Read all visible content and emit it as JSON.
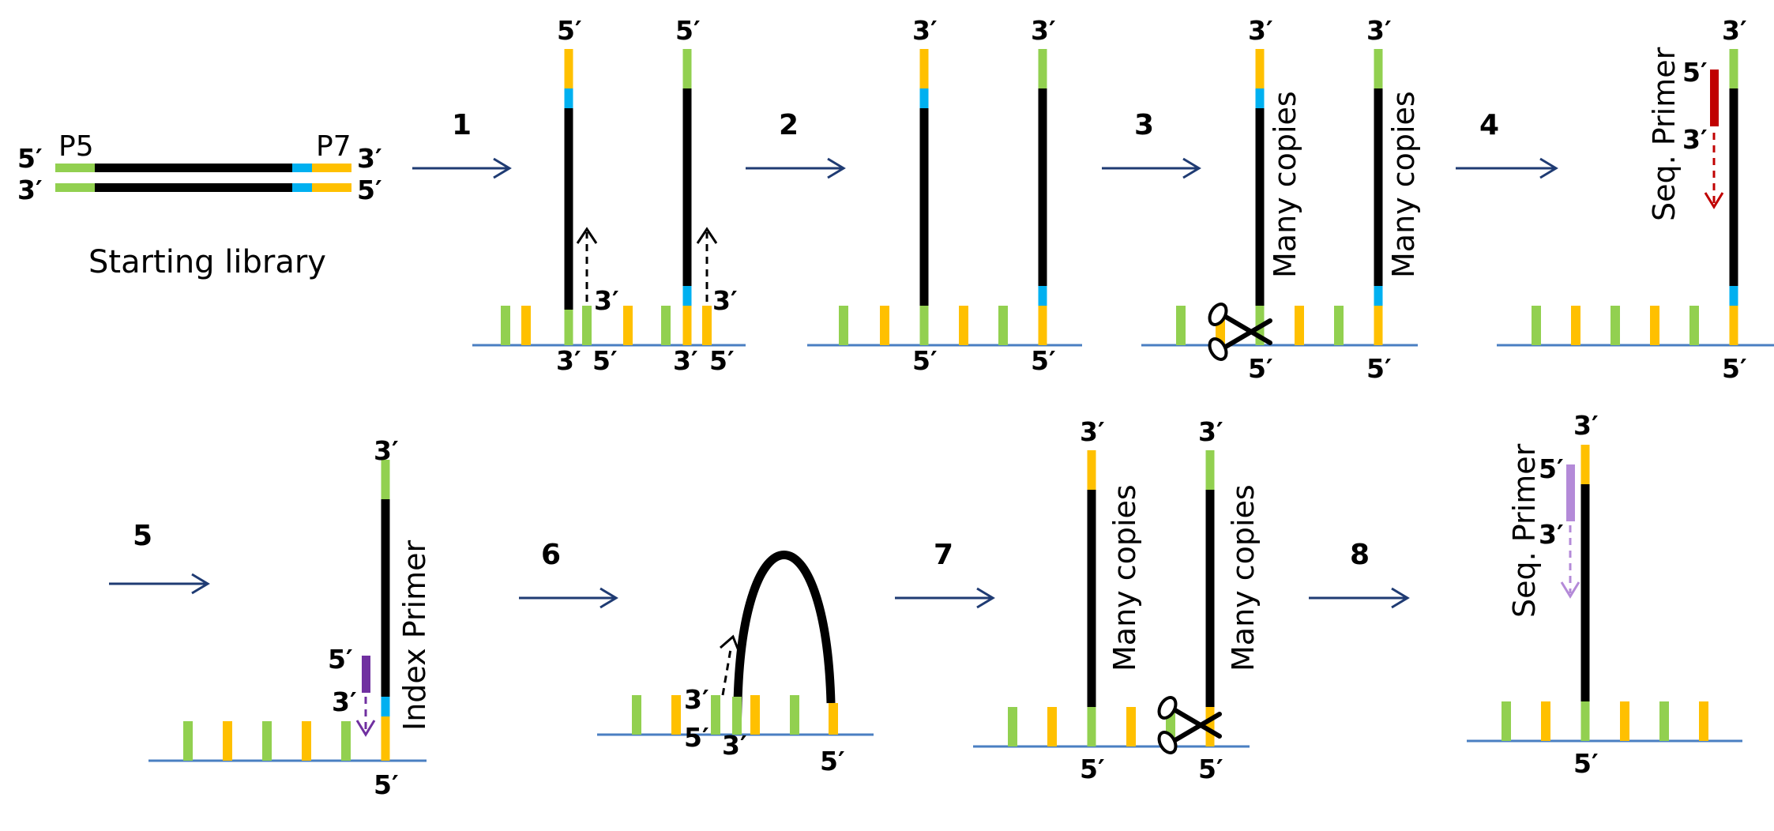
{
  "colors": {
    "green": "#92d050",
    "yellow": "#ffc000",
    "cyan": "#00b0f0",
    "black": "#000000",
    "surface": "#4a7fc2",
    "arrow": "#1f3b73",
    "red": "#c00000",
    "purple": "#7030a0",
    "lilac": "#b48ad8"
  },
  "labels": {
    "five_prime": "5′",
    "three_prime": "3′",
    "p5": "P5",
    "p7": "P7",
    "starting_library": "Starting library",
    "many_copies": "Many copies",
    "seq_primer": "Seq. Primer",
    "index_primer": "Index Primer"
  },
  "steps": [
    "1",
    "2",
    "3",
    "4",
    "5",
    "6",
    "7",
    "8"
  ],
  "icons": [
    "scissors-icon"
  ]
}
